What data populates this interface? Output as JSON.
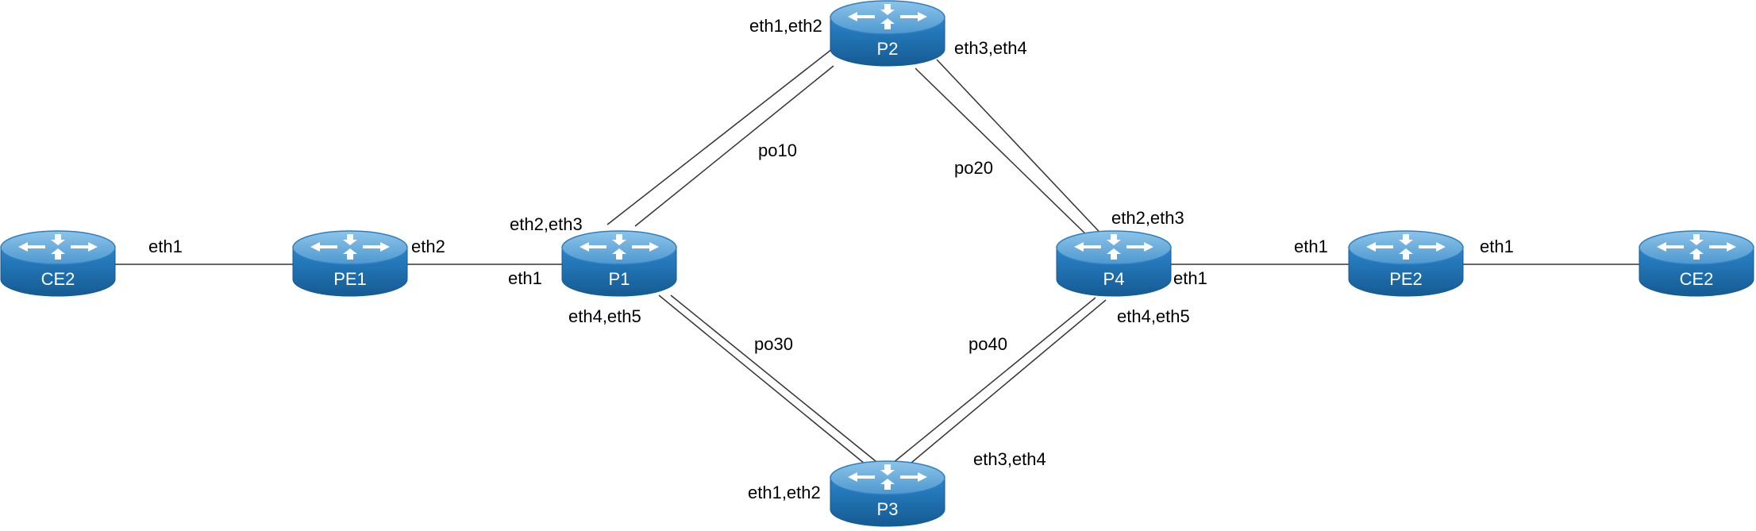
{
  "diagram": {
    "routers": [
      {
        "id": "ce2_left",
        "name": "CE2"
      },
      {
        "id": "pe1",
        "name": "PE1"
      },
      {
        "id": "p1",
        "name": "P1"
      },
      {
        "id": "p2",
        "name": "P2"
      },
      {
        "id": "p3",
        "name": "P3"
      },
      {
        "id": "p4",
        "name": "P4"
      },
      {
        "id": "pe2",
        "name": "PE2"
      },
      {
        "id": "ce2_right",
        "name": "CE2"
      }
    ],
    "labels": {
      "ce2_left_eth1": "eth1",
      "pe1_eth2": "eth2",
      "p1_eth1": "eth1",
      "p1_eth2_eth3": "eth2,eth3",
      "p1_eth4_eth5": "eth4,eth5",
      "p2_eth1_eth2": "eth1,eth2",
      "p2_eth3_eth4": "eth3,eth4",
      "po10": "po10",
      "po20": "po20",
      "po30": "po30",
      "po40": "po40",
      "p4_eth2_eth3": "eth2,eth3",
      "p4_eth1": "eth1",
      "p4_eth4_eth5": "eth4,eth5",
      "p3_eth1_eth2": "eth1,eth2",
      "p3_eth3_eth4": "eth3,eth4",
      "pe2_eth1_left": "eth1",
      "pe2_eth1_right": "eth1"
    },
    "colors": {
      "router_top": "#5ea6d8",
      "router_side": "#1c6fb2",
      "router_edge": "#155a93",
      "link": "#333333"
    },
    "icon": "router-icon"
  }
}
